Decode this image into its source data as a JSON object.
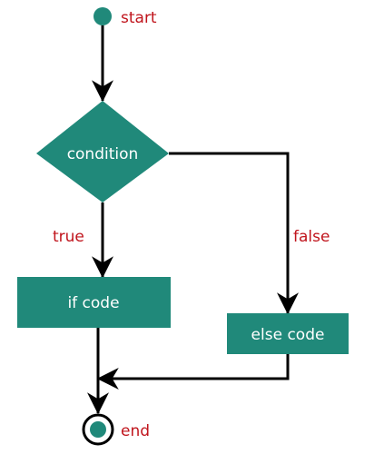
{
  "colors": {
    "node_fill": "#20897a",
    "text_on_node": "#ffffff",
    "label": "#c0141c",
    "line": "#000000"
  },
  "nodes": {
    "start": {
      "label": "start"
    },
    "condition": {
      "label": "condition"
    },
    "if_block": {
      "label": "if code"
    },
    "else_block": {
      "label": "else code"
    },
    "end": {
      "label": "end"
    }
  },
  "edges": {
    "true_label": "true",
    "false_label": "false"
  }
}
